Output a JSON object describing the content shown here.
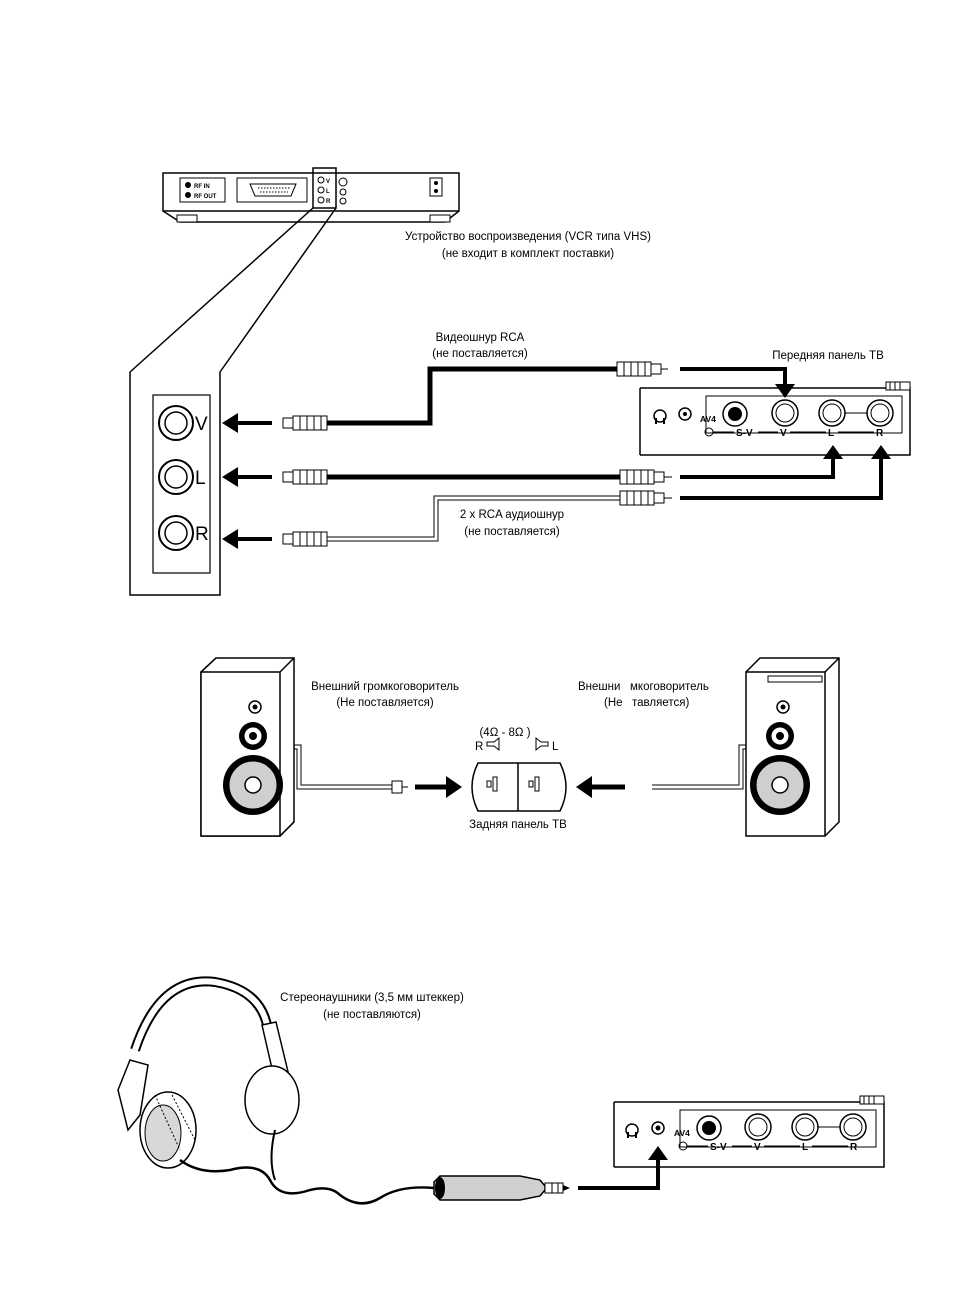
{
  "vcr": {
    "rf_in": "RF IN",
    "rf_out": "RF OUT",
    "jack_v": "V",
    "jack_l": "L",
    "jack_r": "R",
    "caption_line1": "Устройство воспроизведения (VCR типа VHS)",
    "caption_line2": "(не входит в комплект поставки)"
  },
  "zoom_panel": {
    "v": "V",
    "l": "L",
    "r": "R"
  },
  "video_cable": {
    "line1": "Видеошнур RCA",
    "line2": "(не поставляется)"
  },
  "audio_cable": {
    "line1": "2 x RCA аудиошнур",
    "line2": "(не поставляется)"
  },
  "tv_front": {
    "title": "Передняя панель ТВ",
    "av4": "AV4",
    "sv": "S-V",
    "v": "V",
    "l": "L",
    "r": "R"
  },
  "speakers": {
    "left_line1": "Внешний громкоговоритель",
    "left_line2": "(Не поставляется)",
    "right_line1a": "Внешни",
    "right_line1b": "мкоговоритель",
    "right_line2a": "(Не",
    "right_line2b": "тавляется)",
    "impedance": "(4Ω - 8Ω )",
    "r_label": "R",
    "l_label": "L",
    "rear_panel": "Задняя панель ТВ"
  },
  "headphones": {
    "line1": "Стереонаушники (3,5 мм штеккер)",
    "line2": "(не поставляются)"
  },
  "tv_bottom": {
    "av4": "AV4",
    "sv": "S-V",
    "v": "V",
    "l": "L",
    "r": "R"
  }
}
